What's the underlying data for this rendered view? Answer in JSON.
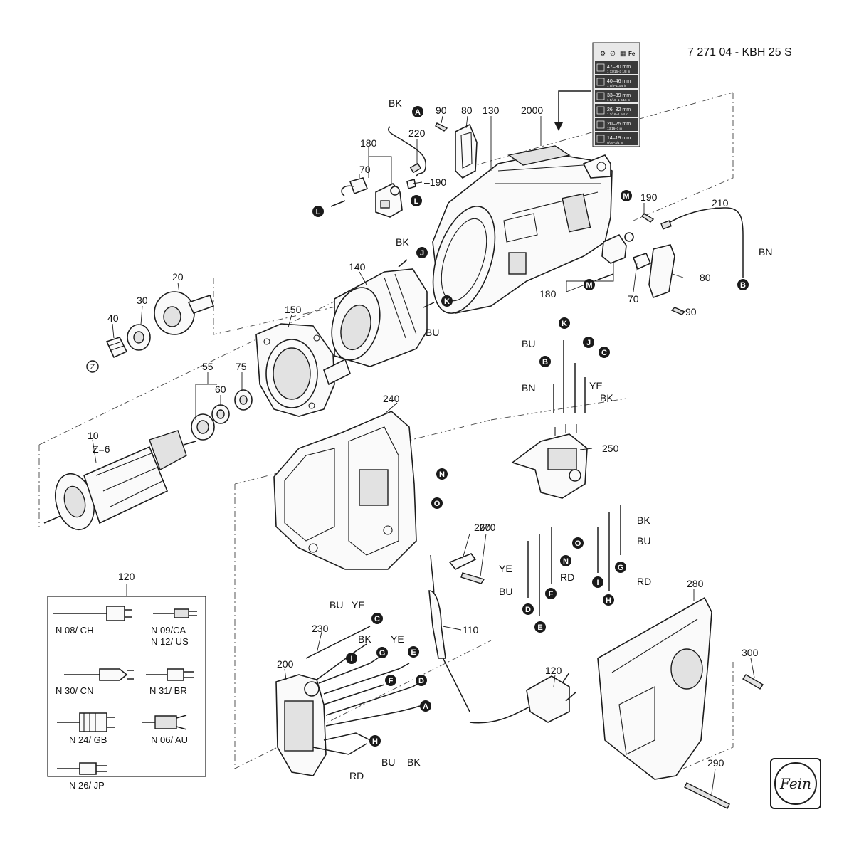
{
  "document": {
    "title": "7 271 04 - KBH 25 S"
  },
  "parts": {
    "p10": "10",
    "p20": "20",
    "p30": "30",
    "p40": "40",
    "p55": "55",
    "p60": "60",
    "p70a": "70",
    "p70b": "70",
    "p75": "75",
    "p80a": "80",
    "p80b": "80",
    "p90a": "90",
    "p90b": "90",
    "p110": "110",
    "p120a": "120",
    "p120b": "120",
    "p130": "130",
    "p140": "140",
    "p150": "150",
    "p180a": "180",
    "p180b": "180",
    "p190a": "–190",
    "p190b": "190",
    "p200": "200",
    "p210": "210",
    "p220": "220",
    "p230": "230",
    "p240": "240",
    "p250": "250",
    "p260": "260",
    "p270": "270",
    "p280": "280",
    "p290": "290",
    "p300": "300",
    "p2000": "2000",
    "armature_teeth": "Z=6"
  },
  "wire_colors": {
    "bk": "BK",
    "bu": "BU",
    "bn": "BN",
    "ye": "YE",
    "rd": "RD"
  },
  "markers": {
    "A": "A",
    "B": "B",
    "C": "C",
    "D": "D",
    "E": "E",
    "F": "F",
    "G": "G",
    "H": "H",
    "I": "I",
    "J": "J",
    "K": "K",
    "L": "L",
    "M": "M",
    "N": "N",
    "O": "O",
    "Z": "Z"
  },
  "plug_variants": [
    {
      "label": "N 08/ CH"
    },
    {
      "label": "N 09/CA"
    },
    {
      "label": "N 12/ US"
    },
    {
      "label": "N 30/ CN"
    },
    {
      "label": "N 31/ BR"
    },
    {
      "label": "N 24/ GB"
    },
    {
      "label": "N 06/ AU"
    },
    {
      "label": "N 26/ JP"
    }
  ],
  "capacity_label": {
    "header_unit": "Fe",
    "rows": [
      {
        "mm": "47–80 mm",
        "inch": "1 13/16–3 1/8 in"
      },
      {
        "mm": "40–46 mm",
        "inch": "1 5/8–1 3/4 in"
      },
      {
        "mm": "33–39 mm",
        "inch": "1 5/16–1 9/16 in"
      },
      {
        "mm": "26–32 mm",
        "inch": "1 1/16–1 1/4 in"
      },
      {
        "mm": "20–25 mm",
        "inch": "13/16–1 in"
      },
      {
        "mm": "14–19 mm",
        "inch": "9/16–3/4 in"
      }
    ]
  },
  "brand": {
    "logo_text": "Fein"
  },
  "colors": {
    "ink": "#1c1c1c",
    "marker_fill": "#1a1a1a",
    "label_bg": "#3a3a3a"
  }
}
